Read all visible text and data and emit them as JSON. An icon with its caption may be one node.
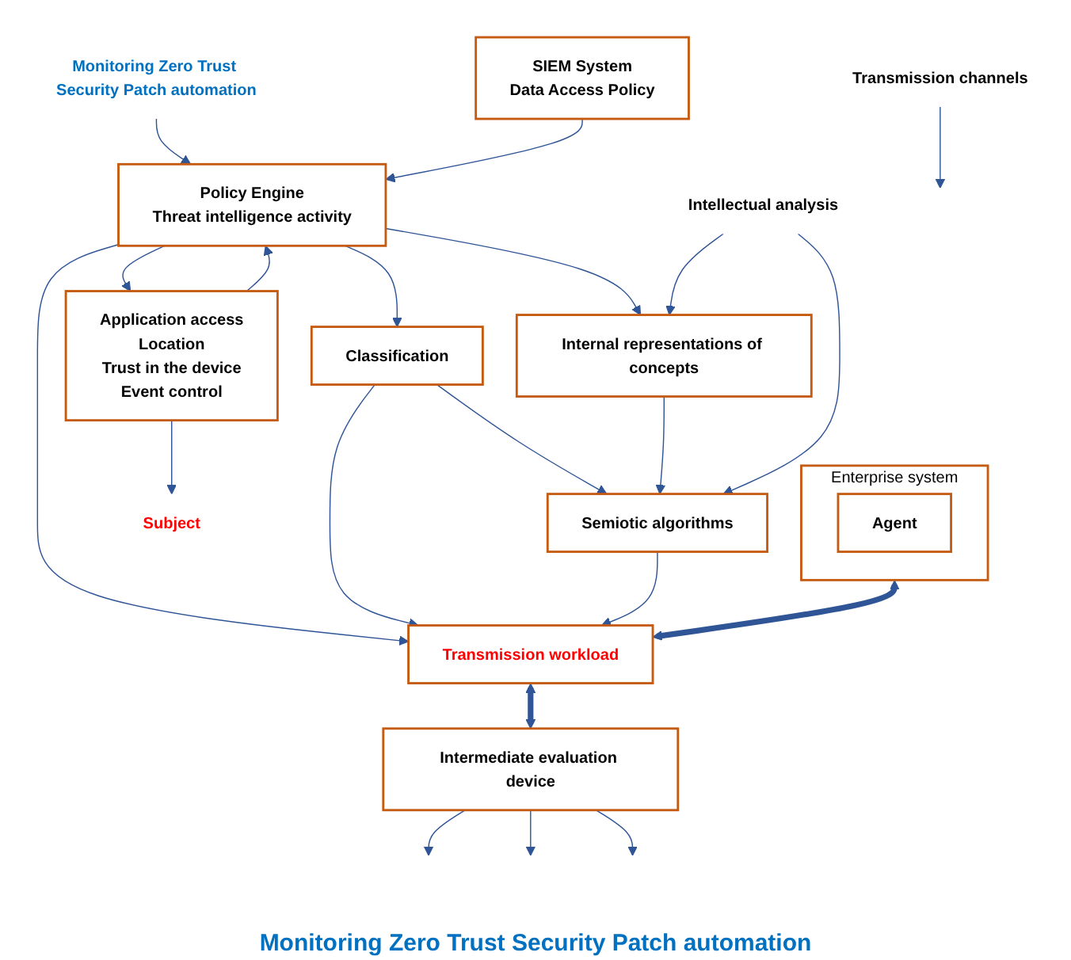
{
  "diagram": {
    "nodes": [
      {
        "text": [
          "Monitoring Zero Trust Security Patch automation"
        ]
      },
      {
        "text": [
          "Application access",
          "Location",
          "Trust in the device",
          "Event control"
        ]
      },
      {
        "text": [
          "SIEM System",
          "Data Access Policy"
        ]
      },
      {
        "text": [
          "Policy Engine",
          "Threat intelligence activity"
        ]
      },
      {
        "text": [
          "Subject"
        ]
      },
      {
        "text": [
          "Enterprise system"
        ]
      },
      {
        "text": [
          "Agent"
        ],
        "in": 5
      },
      {
        "text": [
          "Transmission workload"
        ]
      },
      {
        "text": [
          "Intermediate evaluation device"
        ]
      },
      {
        "text": [
          "Transmission channels"
        ]
      },
      {
        "text": [
          "Internal representations of concepts"
        ]
      },
      {
        "text": [
          "Classification"
        ]
      },
      {
        "text": [
          "Semiotic algorithms"
        ]
      },
      {
        "text": [
          "Intellectual analysis"
        ]
      }
    ],
    "edges": [
      {
        "from": 0,
        "to": 3,
        "arrow": "to"
      },
      {
        "from": 1,
        "to": 4,
        "arrow": "to"
      },
      {
        "from": 1,
        "to": 3,
        "arrow": "to"
      },
      {
        "from": 3,
        "to": 1,
        "arrow": "to"
      },
      {
        "from": 2,
        "to": 3,
        "arrow": "to"
      },
      {
        "from": 3,
        "to": 7,
        "arrow": "to"
      },
      {
        "from": 5,
        "to": 7,
        "arrow": "both",
        "style": "thick"
      },
      {
        "from": 7,
        "to": 8,
        "arrow": "both",
        "style": "thick"
      },
      {
        "from": 9,
        "to": null,
        "arrow": "to"
      },
      {
        "from": 8,
        "to": null,
        "arrow": "to"
      },
      {
        "from": 8,
        "to": null,
        "arrow": "to"
      },
      {
        "from": 8,
        "to": null,
        "arrow": "to"
      },
      {
        "from": 3,
        "to": 10,
        "arrow": "to"
      },
      {
        "from": 3,
        "to": 11,
        "arrow": "to"
      },
      {
        "from": 11,
        "to": 7,
        "arrow": "to"
      },
      {
        "from": 11,
        "to": 12,
        "arrow": "to"
      },
      {
        "from": 12,
        "to": 7,
        "arrow": "to"
      },
      {
        "from": 10,
        "to": 12,
        "arrow": "to"
      },
      {
        "from": 13,
        "to": 10,
        "arrow": "to"
      },
      {
        "from": 13,
        "to": 12,
        "arrow": "to"
      }
    ],
    "labels": [
      "Monitoring Zero Trust Security Patch automation"
    ]
  }
}
